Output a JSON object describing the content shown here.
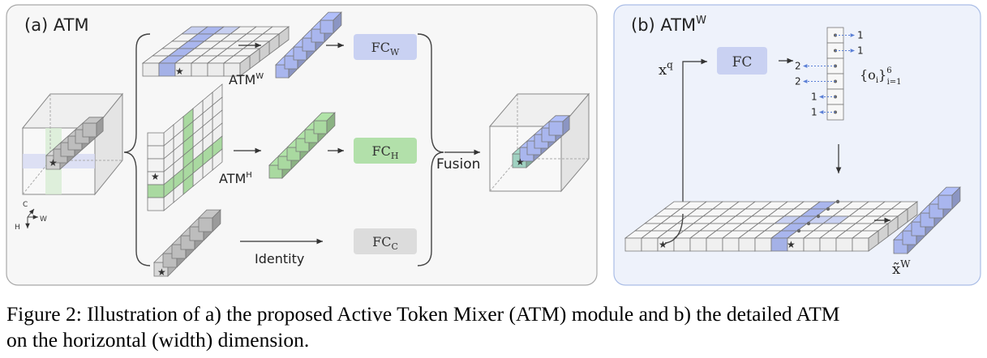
{
  "panel_a": {
    "title": "(a)  ATM",
    "branches": {
      "width": {
        "label": "ATM",
        "sup": "W",
        "fc_label": "FC",
        "fc_sub": "W"
      },
      "height": {
        "label": "ATM",
        "sup": "H",
        "fc_label": "FC",
        "fc_sub": "H"
      },
      "channel": {
        "identity_label": "Identity",
        "fc_label": "FC",
        "fc_sub": "C"
      }
    },
    "fusion_label": "Fusion",
    "axes": {
      "c": "C",
      "h": "H",
      "w": "W"
    },
    "star": "★"
  },
  "panel_b": {
    "title": "(b)  ATM",
    "title_sup": "W",
    "input_label": "x",
    "input_sup": "q",
    "fc_label": "FC",
    "offsets_set": "{o",
    "offsets_sub": "i",
    "offsets_close": "}",
    "offsets_sup": "6",
    "offsets_lower": "i=1",
    "offset_values": [
      "1",
      "1",
      "2",
      "2",
      "1",
      "1"
    ],
    "output_label": "x̃",
    "output_sup": "W"
  },
  "colors": {
    "blue": "#a9b6ee",
    "green": "#a9d9a0",
    "gray": "#bdbdbd",
    "panel_b_bg": "#eef2fb",
    "panel_b_border": "#aabde6"
  },
  "caption": {
    "line1": "Figure 2: Illustration of a) the proposed Active Token Mixer (ATM) module and b) the detailed ATM",
    "line2": "on the horizontal (width) dimension."
  }
}
